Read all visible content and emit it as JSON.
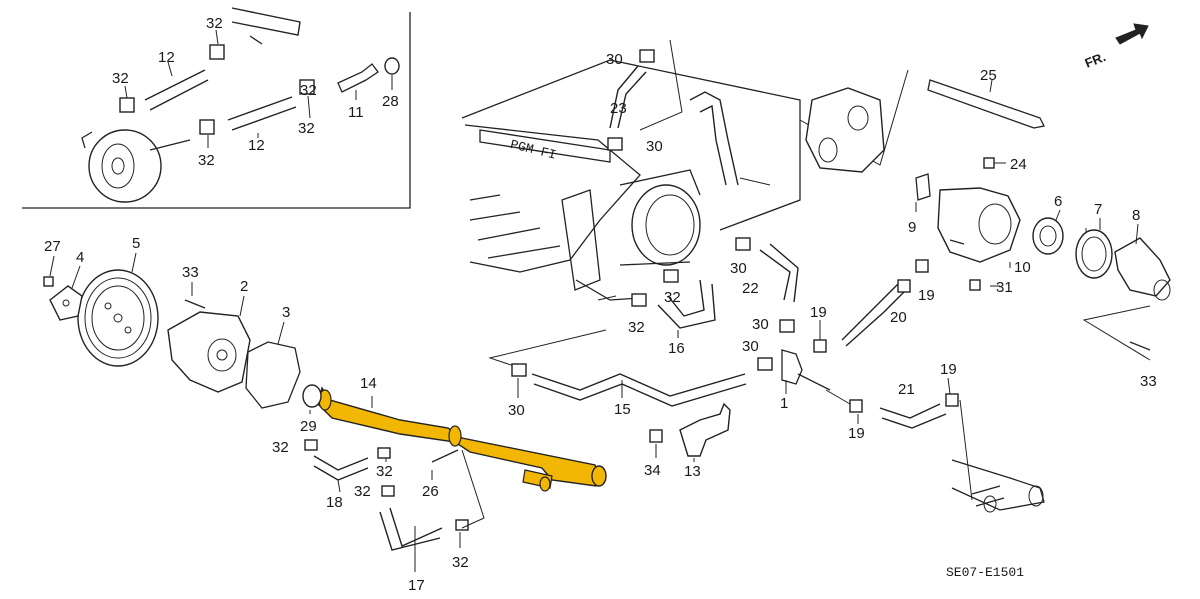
{
  "callouts": [
    {
      "id": "c32a",
      "text": "32"
    },
    {
      "id": "c12a",
      "text": "12"
    },
    {
      "id": "c32b",
      "text": "32"
    },
    {
      "id": "c32c",
      "text": "32"
    },
    {
      "id": "c12b",
      "text": "12"
    },
    {
      "id": "c32d",
      "text": "32"
    },
    {
      "id": "c32e",
      "text": "32"
    },
    {
      "id": "c11",
      "text": "11"
    },
    {
      "id": "c28",
      "text": "28"
    },
    {
      "id": "c27",
      "text": "27"
    },
    {
      "id": "c4",
      "text": "4"
    },
    {
      "id": "c5",
      "text": "5"
    },
    {
      "id": "c33a",
      "text": "33"
    },
    {
      "id": "c2",
      "text": "2"
    },
    {
      "id": "c3",
      "text": "3"
    },
    {
      "id": "c14",
      "text": "14"
    },
    {
      "id": "c29",
      "text": "29"
    },
    {
      "id": "c32f",
      "text": "32"
    },
    {
      "id": "c32g",
      "text": "32"
    },
    {
      "id": "c18",
      "text": "18"
    },
    {
      "id": "c32h",
      "text": "32"
    },
    {
      "id": "c26",
      "text": "26"
    },
    {
      "id": "c17",
      "text": "17"
    },
    {
      "id": "c32i",
      "text": "32"
    },
    {
      "id": "c30a",
      "text": "30"
    },
    {
      "id": "c23",
      "text": "23"
    },
    {
      "id": "c30b",
      "text": "30"
    },
    {
      "id": "c30c",
      "text": "30"
    },
    {
      "id": "c22",
      "text": "22"
    },
    {
      "id": "c32j",
      "text": "32"
    },
    {
      "id": "c32k",
      "text": "32"
    },
    {
      "id": "c16",
      "text": "16"
    },
    {
      "id": "c30d",
      "text": "30"
    },
    {
      "id": "c15",
      "text": "15"
    },
    {
      "id": "c34",
      "text": "34"
    },
    {
      "id": "c13",
      "text": "13"
    },
    {
      "id": "c30e",
      "text": "30"
    },
    {
      "id": "c30f",
      "text": "30"
    },
    {
      "id": "c1",
      "text": "1"
    },
    {
      "id": "c19a",
      "text": "19"
    },
    {
      "id": "c20",
      "text": "20"
    },
    {
      "id": "c19b",
      "text": "19"
    },
    {
      "id": "c21",
      "text": "21"
    },
    {
      "id": "c19c",
      "text": "19"
    },
    {
      "id": "c19d",
      "text": "19"
    },
    {
      "id": "c25",
      "text": "25"
    },
    {
      "id": "c24",
      "text": "24"
    },
    {
      "id": "c9",
      "text": "9"
    },
    {
      "id": "c6",
      "text": "6"
    },
    {
      "id": "c7",
      "text": "7"
    },
    {
      "id": "c8",
      "text": "8"
    },
    {
      "id": "c10",
      "text": "10"
    },
    {
      "id": "c31",
      "text": "31"
    },
    {
      "id": "c33b",
      "text": "33"
    }
  ],
  "intake_label": "PGM-FI",
  "direction_label": "FR.",
  "diagram_code": "SE07-E1501",
  "colors": {
    "highlight": "#F2B705",
    "line": "#222222",
    "background": "#FFFFFF"
  },
  "highlighted_part": "14"
}
